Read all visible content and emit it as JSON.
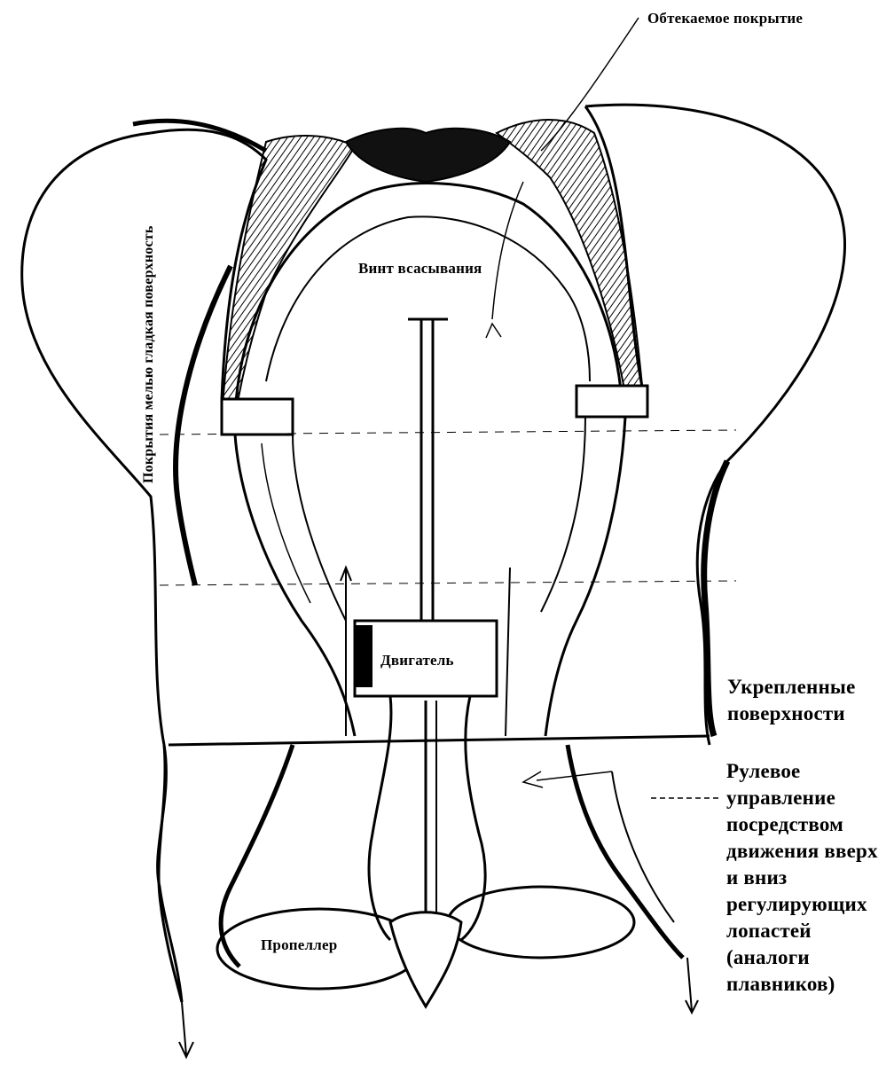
{
  "labels": {
    "fairing": "Обтекаемое покрытие",
    "surface": "Покрытия мелью гладкая поверхность",
    "suction_screw": "Винт всасывания",
    "engine": "Двигатель",
    "reinforced": [
      "Укрепленные",
      "поверхности"
    ],
    "steering": [
      "Рулевое",
      "управление",
      "посредством",
      "движения вверх",
      "и вниз",
      "регулирующих",
      "лопастей",
      "(аналоги",
      "плавников)"
    ],
    "propeller": "Пропеллер"
  }
}
